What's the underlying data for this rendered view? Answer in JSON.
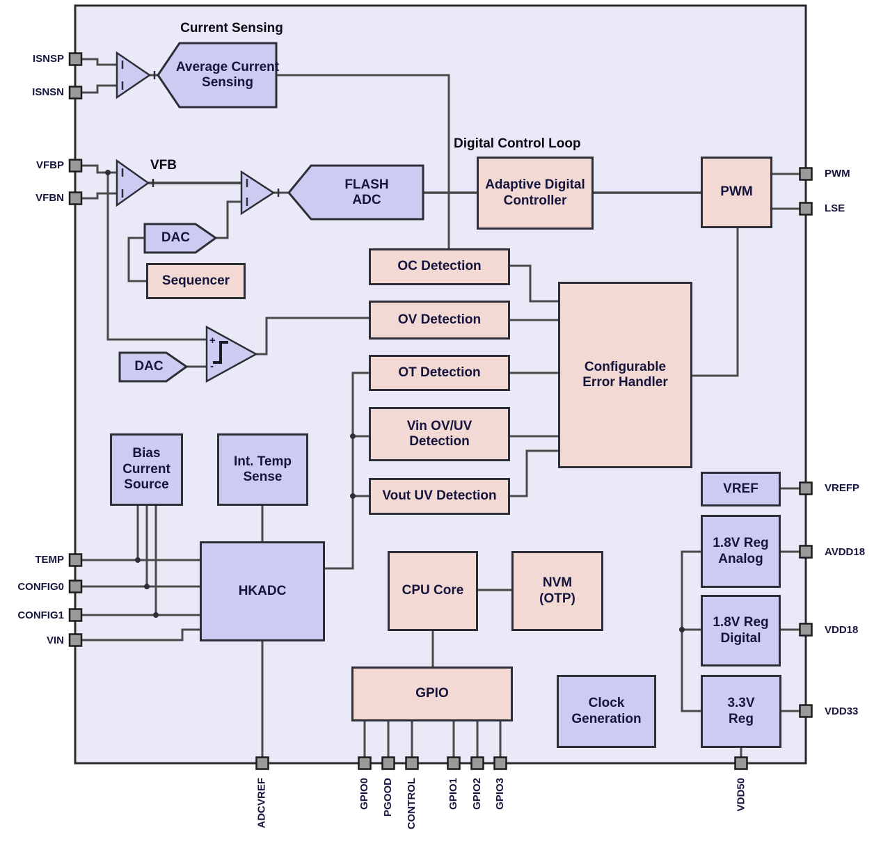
{
  "colors": {
    "chip_background": "#e9e9f8",
    "analog_block": "#ccccf3",
    "digital_block": "#f2d9d3",
    "wire": "#4a4a4a",
    "block_border": "#2e2e36",
    "pin_fill": "#9a9a9a",
    "text": "#14143c"
  },
  "labels": {
    "current_sensing": "Current Sensing",
    "digital_control_loop": "Digital Control Loop",
    "vfb": "VFB",
    "comparator_plus": "+",
    "comparator_minus": "-"
  },
  "blocks": {
    "avg_current_sensing": "Average Current\nSensing",
    "flash_adc": "FLASH\nADC",
    "dac_top": "DAC",
    "dac_bottom": "DAC",
    "sequencer": "Sequencer",
    "oc_detection": "OC Detection",
    "ov_detection": "OV Detection",
    "ot_detection": "OT Detection",
    "vin_ovuv_detection": "Vin OV/UV\nDetection",
    "vout_uv_detection": "Vout UV Detection",
    "error_handler": "Configurable\nError Handler",
    "adaptive_digital_controller": "Adaptive Digital\nController",
    "pwm": "PWM",
    "bias_current_source": "Bias\nCurrent\nSource",
    "int_temp_sense": "Int. Temp\nSense",
    "hkadc": "HKADC",
    "cpu_core": "CPU Core",
    "nvm": "NVM\n(OTP)",
    "gpio": "GPIO",
    "clock_generation": "Clock\nGeneration",
    "vref": "VREF",
    "reg_18_analog": "1.8V Reg\nAnalog",
    "reg_18_digital": "1.8V Reg\nDigital",
    "reg_33": "3.3V\nReg"
  },
  "pins": {
    "left": [
      {
        "label": "ISNSP"
      },
      {
        "label": "ISNSN"
      },
      {
        "label": "VFBP"
      },
      {
        "label": "VFBN"
      },
      {
        "label": "TEMP"
      },
      {
        "label": "CONFIG0"
      },
      {
        "label": "CONFIG1"
      },
      {
        "label": "VIN"
      }
    ],
    "right": [
      {
        "label": "PWM"
      },
      {
        "label": "LSE"
      },
      {
        "label": "VREFP"
      },
      {
        "label": "AVDD18"
      },
      {
        "label": "VDD18"
      },
      {
        "label": "VDD33"
      }
    ],
    "bottom": [
      {
        "label": "ADCVREF"
      },
      {
        "label": "GPIO0"
      },
      {
        "label": "PGOOD"
      },
      {
        "label": "CONTROL"
      },
      {
        "label": "GPIO1"
      },
      {
        "label": "GPIO2"
      },
      {
        "label": "GPIO3"
      },
      {
        "label": "VDD50"
      }
    ]
  }
}
